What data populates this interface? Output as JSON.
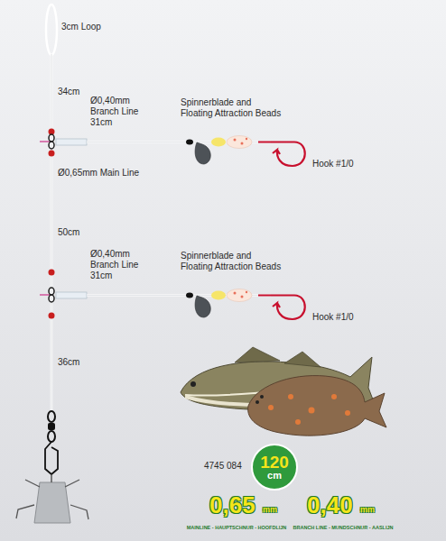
{
  "diagram": {
    "nodes": [
      {
        "text": [
          "120",
          "cm"
        ]
      }
    ],
    "labels": [
      "3cm Loop",
      "34cm",
      "Ø0,40mm Branch Line 31cm",
      "Spinnerblade and Floating Attraction Beads",
      "Hook #1/0",
      "Ø0,65mm Main Line",
      "50cm",
      "Ø0,40mm Branch Line 31cm",
      "Spinnerblade and Floating Attraction Beads",
      "Hook #1/0",
      "36cm",
      "4745 084",
      "0,65",
      "mm",
      "MAINLINE - HAUPTSCHNUR - HOOFDLIJN",
      "0,40",
      "mm",
      "BRANCH LINE - MUNDSCHNUR - AASLIJN"
    ]
  }
}
